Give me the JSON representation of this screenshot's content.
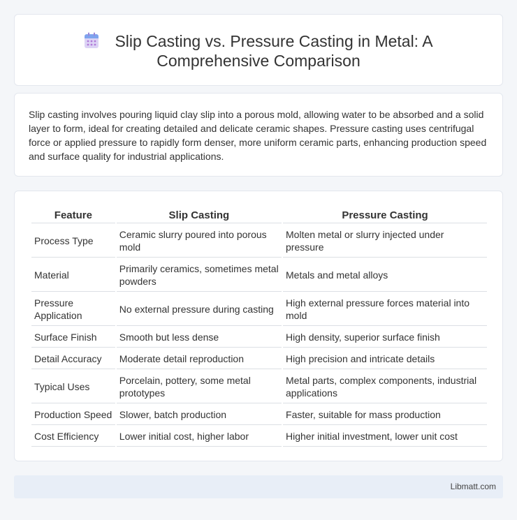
{
  "header": {
    "icon": "calendar-icon",
    "title_line1": "Slip Casting vs. Pressure Casting in Metal: A",
    "title_line2": "Comprehensive Comparison"
  },
  "summary": {
    "text": "Slip casting involves pouring liquid clay slip into a porous mold, allowing water to be absorbed and a solid layer to form, ideal for creating detailed and delicate ceramic shapes. Pressure casting uses centrifugal force or applied pressure to rapidly form denser, more uniform ceramic parts, enhancing production speed and surface quality for industrial applications."
  },
  "table": {
    "headers": [
      "Feature",
      "Slip Casting",
      "Pressure Casting"
    ],
    "rows": [
      [
        "Process Type",
        "Ceramic slurry poured into porous mold",
        "Molten metal or slurry injected under pressure"
      ],
      [
        "Material",
        "Primarily ceramics, sometimes metal powders",
        "Metals and metal alloys"
      ],
      [
        "Pressure Application",
        "No external pressure during casting",
        "High external pressure forces material into mold"
      ],
      [
        "Surface Finish",
        "Smooth but less dense",
        "High density, superior surface finish"
      ],
      [
        "Detail Accuracy",
        "Moderate detail reproduction",
        "High precision and intricate details"
      ],
      [
        "Typical Uses",
        "Porcelain, pottery, some metal prototypes",
        "Metal parts, complex components, industrial applications"
      ],
      [
        "Production Speed",
        "Slower, batch production",
        "Faster, suitable for mass production"
      ],
      [
        "Cost Efficiency",
        "Lower initial cost, higher labor",
        "Higher initial investment, lower unit cost"
      ]
    ]
  },
  "footer": {
    "text": "Libmatt.com"
  }
}
